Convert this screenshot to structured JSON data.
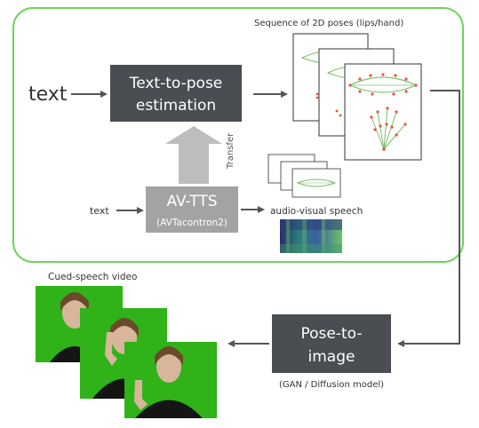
{
  "text_input_main": "text",
  "text_to_pose": {
    "line1": "Text-to-pose",
    "line2": "estimation"
  },
  "pose_sequence_label": "Sequence of 2D poses (lips/hand)",
  "transfer_label": "Transfer",
  "text_input_small": "text",
  "av_tts": {
    "title": "AV-TTS",
    "subtitle": "(AVTacontron2)"
  },
  "audio_visual_label": "audio-visual speech",
  "cued_speech_label": "Cued-speech video",
  "pose_to_image": {
    "line1": "Pose-to-",
    "line2": "image",
    "subtitle": "(GAN / Diffusion model)"
  },
  "colors": {
    "green_border": "#6cd45a",
    "dark_box": "#4a4d52",
    "tts_box": "#a3a3a3",
    "transfer_arrow": "#bdbdbd",
    "green_screen": "#2fb318"
  }
}
